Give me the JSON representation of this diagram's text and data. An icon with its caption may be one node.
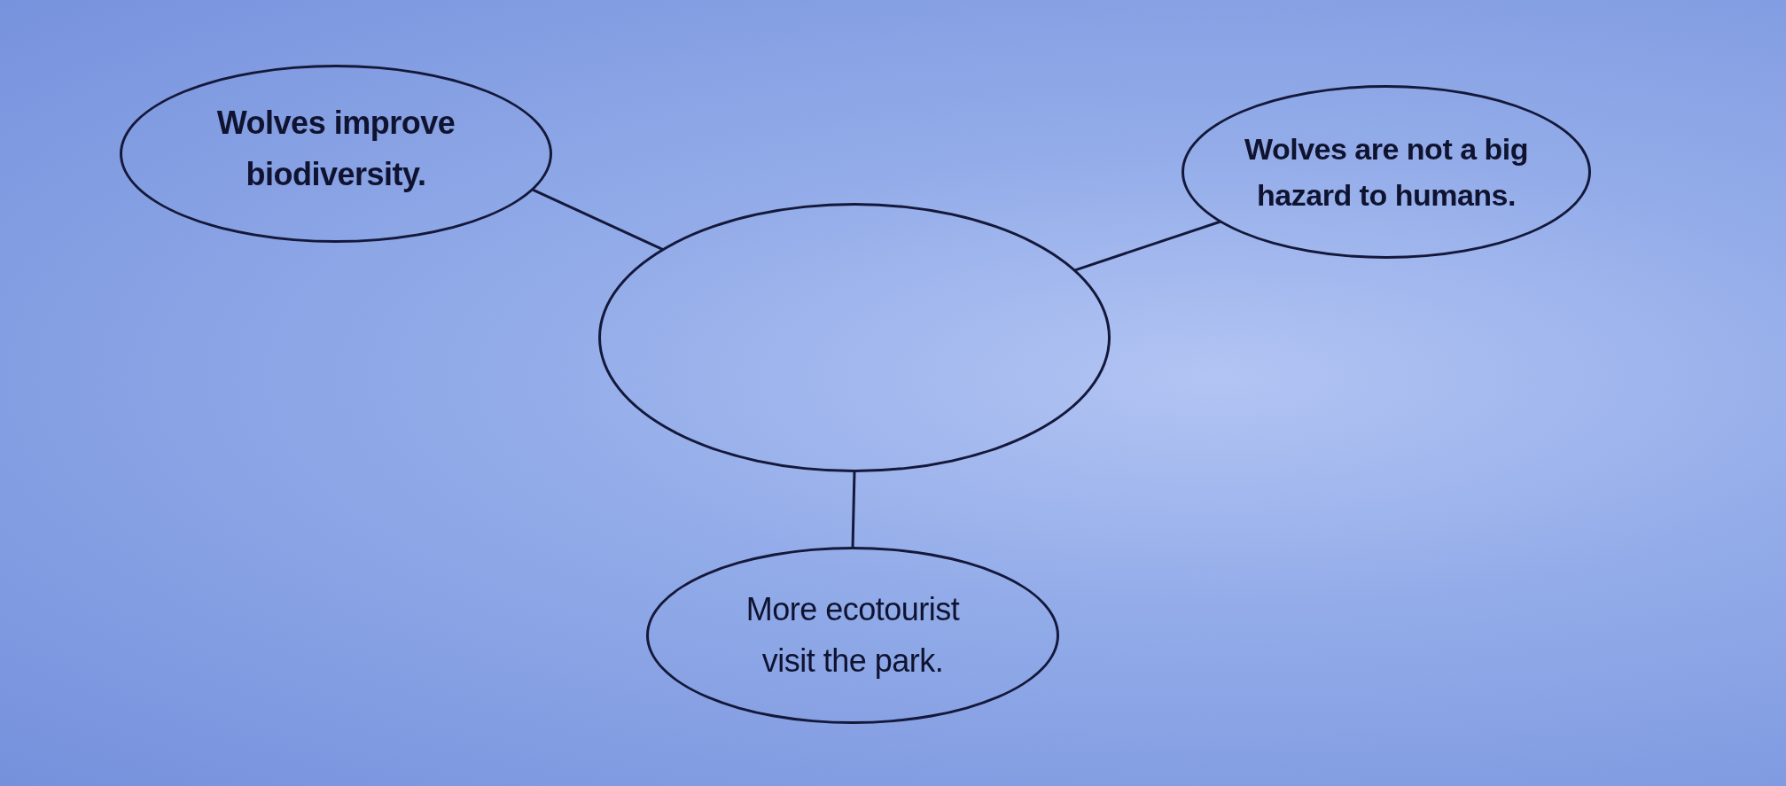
{
  "diagram": {
    "nodes": [
      {
        "text": [
          "Wolves improve biodiversity."
        ]
      },
      {
        "text": [
          "Wolves are not a big hazard to humans."
        ]
      },
      {
        "text": [],
        "shape": "ellipse"
      },
      {
        "text": [
          "More ecotourist visit the park."
        ]
      }
    ],
    "edges": [
      {
        "from": 2,
        "to": 0,
        "arrow": "none"
      },
      {
        "from": 2,
        "to": 1,
        "arrow": "none"
      },
      {
        "from": 2,
        "to": 3,
        "arrow": "none"
      }
    ]
  }
}
